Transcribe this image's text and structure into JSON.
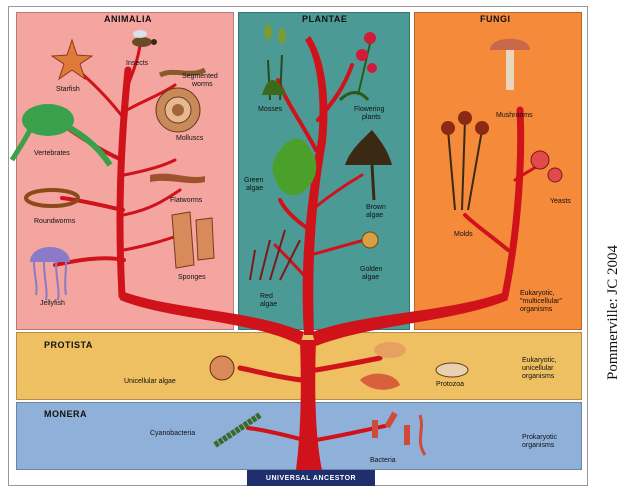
{
  "kingdoms": {
    "animalia": {
      "title": "ANIMALIA",
      "items": {
        "starfish": "Starfish",
        "insects": "Insects",
        "segmented_worms_1": "Segmented",
        "segmented_worms_2": "worms",
        "vertebrates": "Vertebrates",
        "molluscs": "Molluscs",
        "roundworms": "Roundworms",
        "flatworms": "Flatworms",
        "jellyfish": "Jellyfish",
        "sponges": "Sponges"
      }
    },
    "plantae": {
      "title": "PLANTAE",
      "items": {
        "mosses": "Mosses",
        "flowering_1": "Flowering",
        "flowering_2": "plants",
        "green_algae_1": "Green",
        "green_algae_2": "algae",
        "brown_algae_1": "Brown",
        "brown_algae_2": "algae",
        "red_algae_1": "Red",
        "red_algae_2": "algae",
        "golden_algae_1": "Golden",
        "golden_algae_2": "algae"
      }
    },
    "fungi": {
      "title": "FUNGI",
      "items": {
        "mushrooms": "Mushrooms",
        "yeasts": "Yeasts",
        "molds": "Molds"
      },
      "note_1": "Eukaryotic,",
      "note_2": "\"multicellular\"",
      "note_3": "organisms"
    },
    "protista": {
      "title": "PROTISTA",
      "items": {
        "unicellular_algae": "Unicellular algae",
        "protozoa": "Protozoa"
      },
      "note_1": "Eukaryotic,",
      "note_2": "unicellular",
      "note_3": "organisms"
    },
    "monera": {
      "title": "MONERA",
      "items": {
        "cyanobacteria": "Cyanobacteria",
        "bacteria": "Bacteria"
      },
      "note_1": "Prokaryotic",
      "note_2": "organisms"
    }
  },
  "ancestor": "UNIVERSAL ANCESTOR",
  "credit": "Pommerville: JC 2004",
  "colors": {
    "animalia": "#f4a5a0",
    "plantae": "#4c9a95",
    "fungi": "#f58a3a",
    "protista": "#eec062",
    "monera": "#8fb0d8",
    "tree": "#d0121b",
    "ancestor": "#1f2f6e"
  }
}
